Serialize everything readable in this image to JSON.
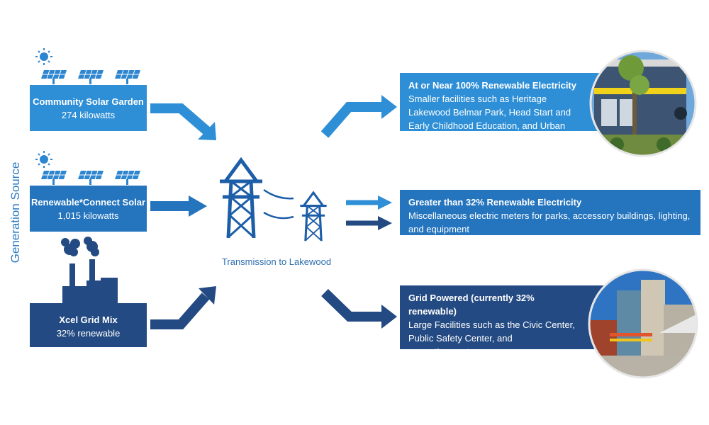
{
  "side_label": "Generation Source",
  "sources": [
    {
      "title": "Community Solar Garden",
      "subtitle": "274 kilowatts"
    },
    {
      "title": "Renewable*Connect Solar",
      "subtitle": "1,015 kilowatts"
    },
    {
      "title": "Xcel Grid Mix",
      "subtitle": "32% renewable"
    }
  ],
  "transmission_label": "Transmission to Lakewood",
  "outputs": [
    {
      "title": "At or Near 100% Renewable Electricity",
      "lines": [
        "Smaller facilities such as Heritage",
        "Lakewood Belmar Park, Head Start and",
        "Early Childhood Education, and Urban Parks"
      ]
    },
    {
      "title": "Greater than 32% Renewable Electricity",
      "lines": [
        "Miscellaneous electric meters for parks, accessory buildings, lighting,",
        "and equipment"
      ]
    },
    {
      "title": "Grid Powered (currently 32% renewable)",
      "lines": [
        "Large Facilities such as the Civic Center,",
        "Public Safety Center, and",
        "recreation centers"
      ]
    }
  ],
  "colors": {
    "light_blue": "#2e8fd6",
    "mid_blue": "#2474be",
    "dark_blue": "#234a82",
    "icon_blue": "#1d5ea8"
  }
}
